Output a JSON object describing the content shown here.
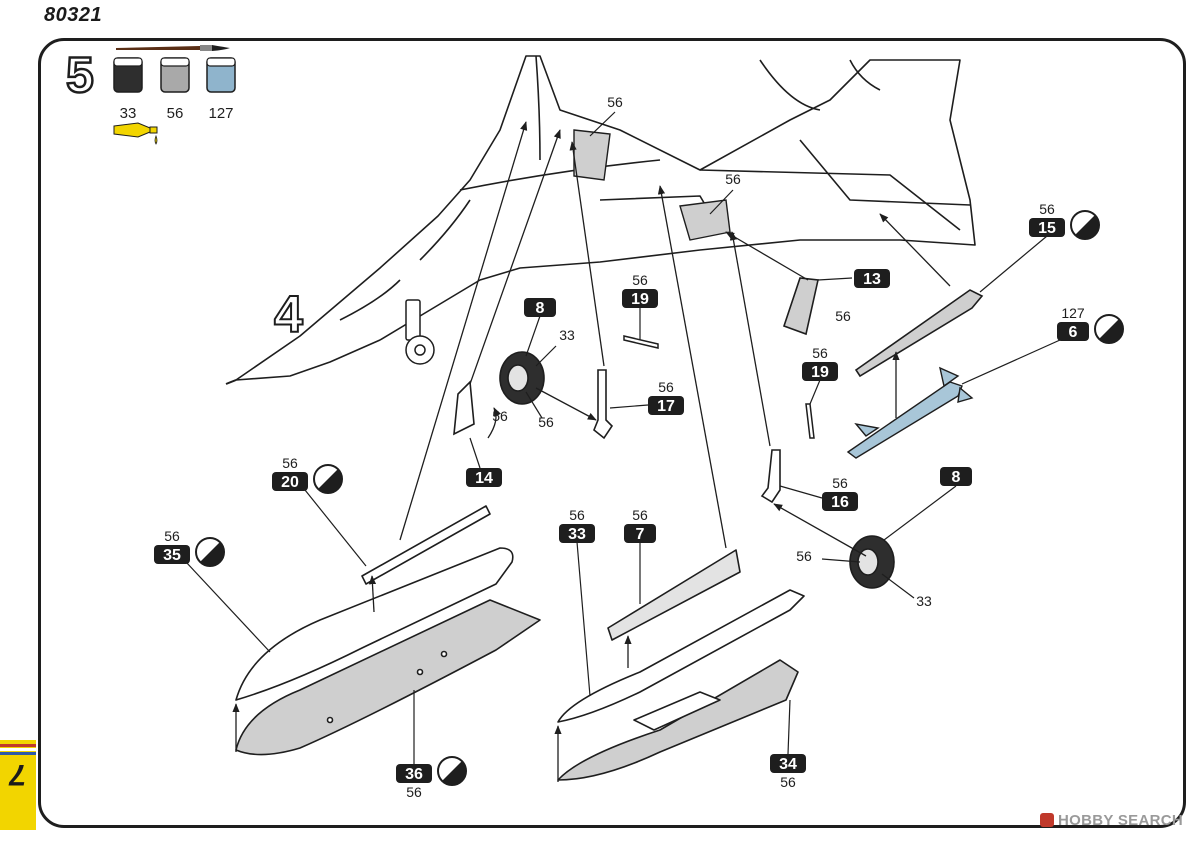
{
  "header": {
    "kit_number": "80321"
  },
  "step": {
    "number": "5",
    "prior_step": "4",
    "paints": [
      {
        "code": "33",
        "color": "#2e2e2e"
      },
      {
        "code": "56",
        "color": "#a9a9a9"
      },
      {
        "code": "127",
        "color": "#8fb4cc"
      }
    ]
  },
  "parts": [
    {
      "id": "p8a",
      "part": "8",
      "paint": "",
      "decal": false
    },
    {
      "id": "p19a",
      "part": "19",
      "paint": "56",
      "decal": false
    },
    {
      "id": "p17",
      "part": "17",
      "paint": "56",
      "decal": false
    },
    {
      "id": "p14",
      "part": "14",
      "paint": "",
      "decal": false
    },
    {
      "id": "p20",
      "part": "20",
      "paint": "56",
      "decal": true
    },
    {
      "id": "p35",
      "part": "35",
      "paint": "56",
      "decal": true
    },
    {
      "id": "p36",
      "part": "36",
      "paint": "56",
      "decal": true
    },
    {
      "id": "p33",
      "part": "33",
      "paint": "56",
      "decal": false
    },
    {
      "id": "p7",
      "part": "7",
      "paint": "56",
      "decal": false
    },
    {
      "id": "p34",
      "part": "34",
      "paint": "56",
      "decal": false
    },
    {
      "id": "p13",
      "part": "13",
      "paint": "",
      "decal": false
    },
    {
      "id": "p19b",
      "part": "19",
      "paint": "56",
      "decal": false
    },
    {
      "id": "p16",
      "part": "16",
      "paint": "56",
      "decal": false
    },
    {
      "id": "p8b",
      "part": "8",
      "paint": "",
      "decal": false
    },
    {
      "id": "p15",
      "part": "15",
      "paint": "56",
      "decal": true
    },
    {
      "id": "p6",
      "part": "6",
      "paint": "127",
      "decal": true
    }
  ],
  "callouts": [
    {
      "id": "c56-bay-left",
      "text": "56"
    },
    {
      "id": "c56-bay-right",
      "text": "56"
    },
    {
      "id": "c33-wheel-a",
      "text": "33"
    },
    {
      "id": "c56-wheel-a",
      "text": "56"
    },
    {
      "id": "c56-part14",
      "text": "56"
    },
    {
      "id": "c56-door13",
      "text": "56"
    },
    {
      "id": "c56-wheel-b",
      "text": "56"
    },
    {
      "id": "c33-wheel-b",
      "text": "33"
    }
  ],
  "footer": {
    "page_number": "7",
    "watermark": "HOBBY SEARCH"
  },
  "colors": {
    "ink": "#1e1e1e",
    "grey_fill": "#cfcfcf",
    "light_fill": "#e3e3e3",
    "missile_fill": "#a8c6d8",
    "glue": "#f2d500"
  }
}
